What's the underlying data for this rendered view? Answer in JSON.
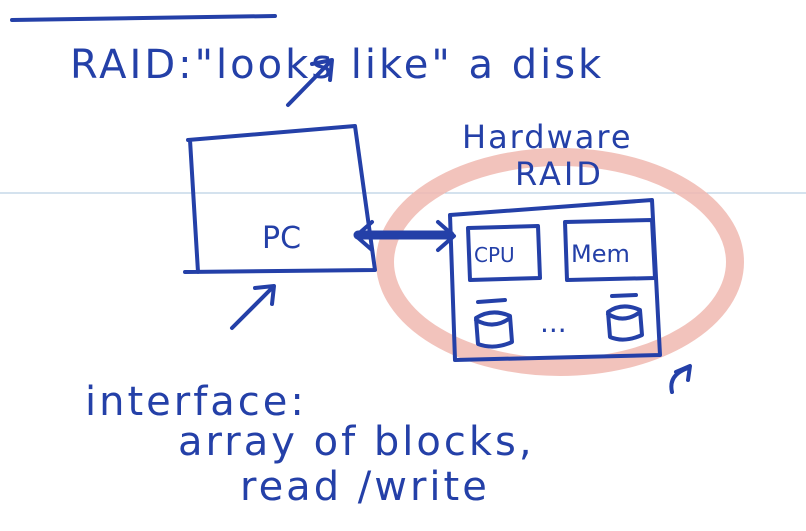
{
  "colors": {
    "ink": "#2440a8",
    "highlight": "#f0b8b0",
    "ruler_line": "#a9c4dc"
  },
  "notes": {
    "title": "RAID:\"looks like\" a disk",
    "hardware_label_1": "Hardware",
    "hardware_label_2": "RAID",
    "pc_label": "PC",
    "cpu_label": "CPU",
    "mem_label": "Mem",
    "disks_ellipsis": "...",
    "interface_1": "interface:",
    "interface_2": "array of blocks,",
    "interface_3": "read /write"
  }
}
